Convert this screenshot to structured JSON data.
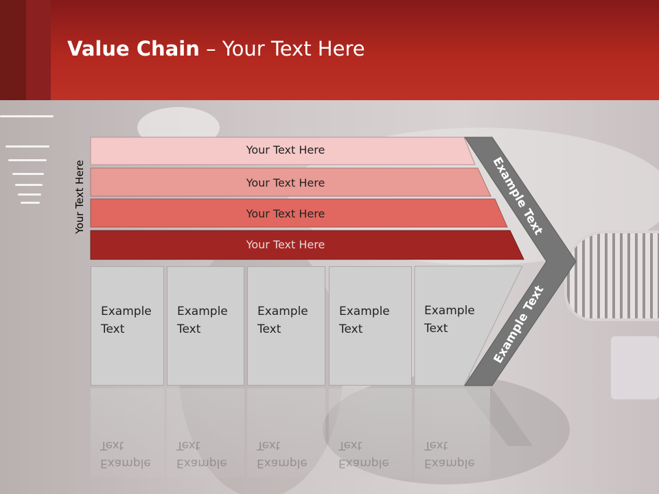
{
  "slide": {
    "title_bold": "Value Chain",
    "title_rest": " – Your Text Here"
  },
  "chain": {
    "side_label": "Your Text Here",
    "bars": [
      {
        "label": "Your Text Here",
        "fill": "#f4c9c8"
      },
      {
        "label": "Your Text Here",
        "fill": "#e99b95"
      },
      {
        "label": "Your Text Here",
        "fill": "#e06860"
      },
      {
        "label": "Your Text Here",
        "fill": "#a12623"
      }
    ],
    "boxes": [
      {
        "line1": "Example",
        "line2": "Text"
      },
      {
        "line1": "Example",
        "line2": "Text"
      },
      {
        "line1": "Example",
        "line2": "Text"
      },
      {
        "line1": "Example",
        "line2": "Text"
      },
      {
        "line1": "Example",
        "line2": "Text"
      }
    ],
    "arrow_upper": "Example Text",
    "arrow_lower": "Example Text",
    "arrow_color": "#767676"
  }
}
